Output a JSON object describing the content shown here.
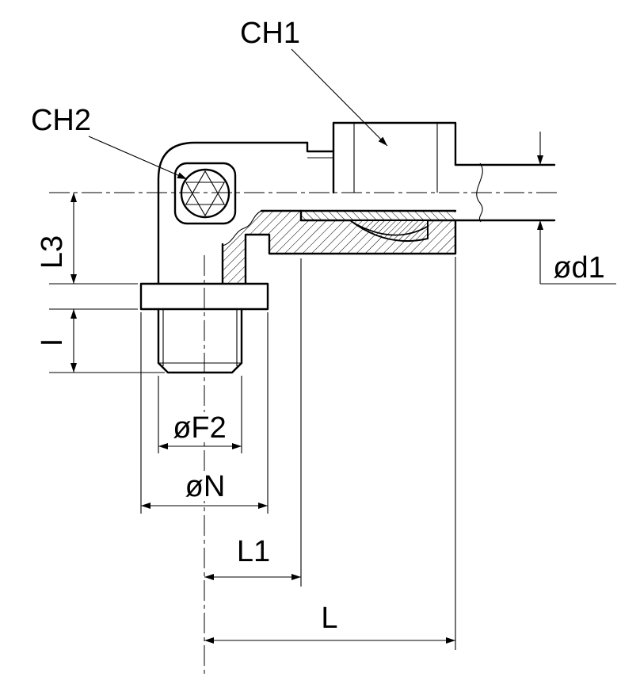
{
  "drawing": {
    "background": "#ffffff",
    "line_color": "#000000"
  },
  "labels": {
    "ch1": "CH1",
    "ch2": "CH2",
    "l3": "L3",
    "i": "I",
    "f2": "øF2",
    "n": "øN",
    "l1": "L1",
    "l": "L",
    "d1": "ød1"
  }
}
